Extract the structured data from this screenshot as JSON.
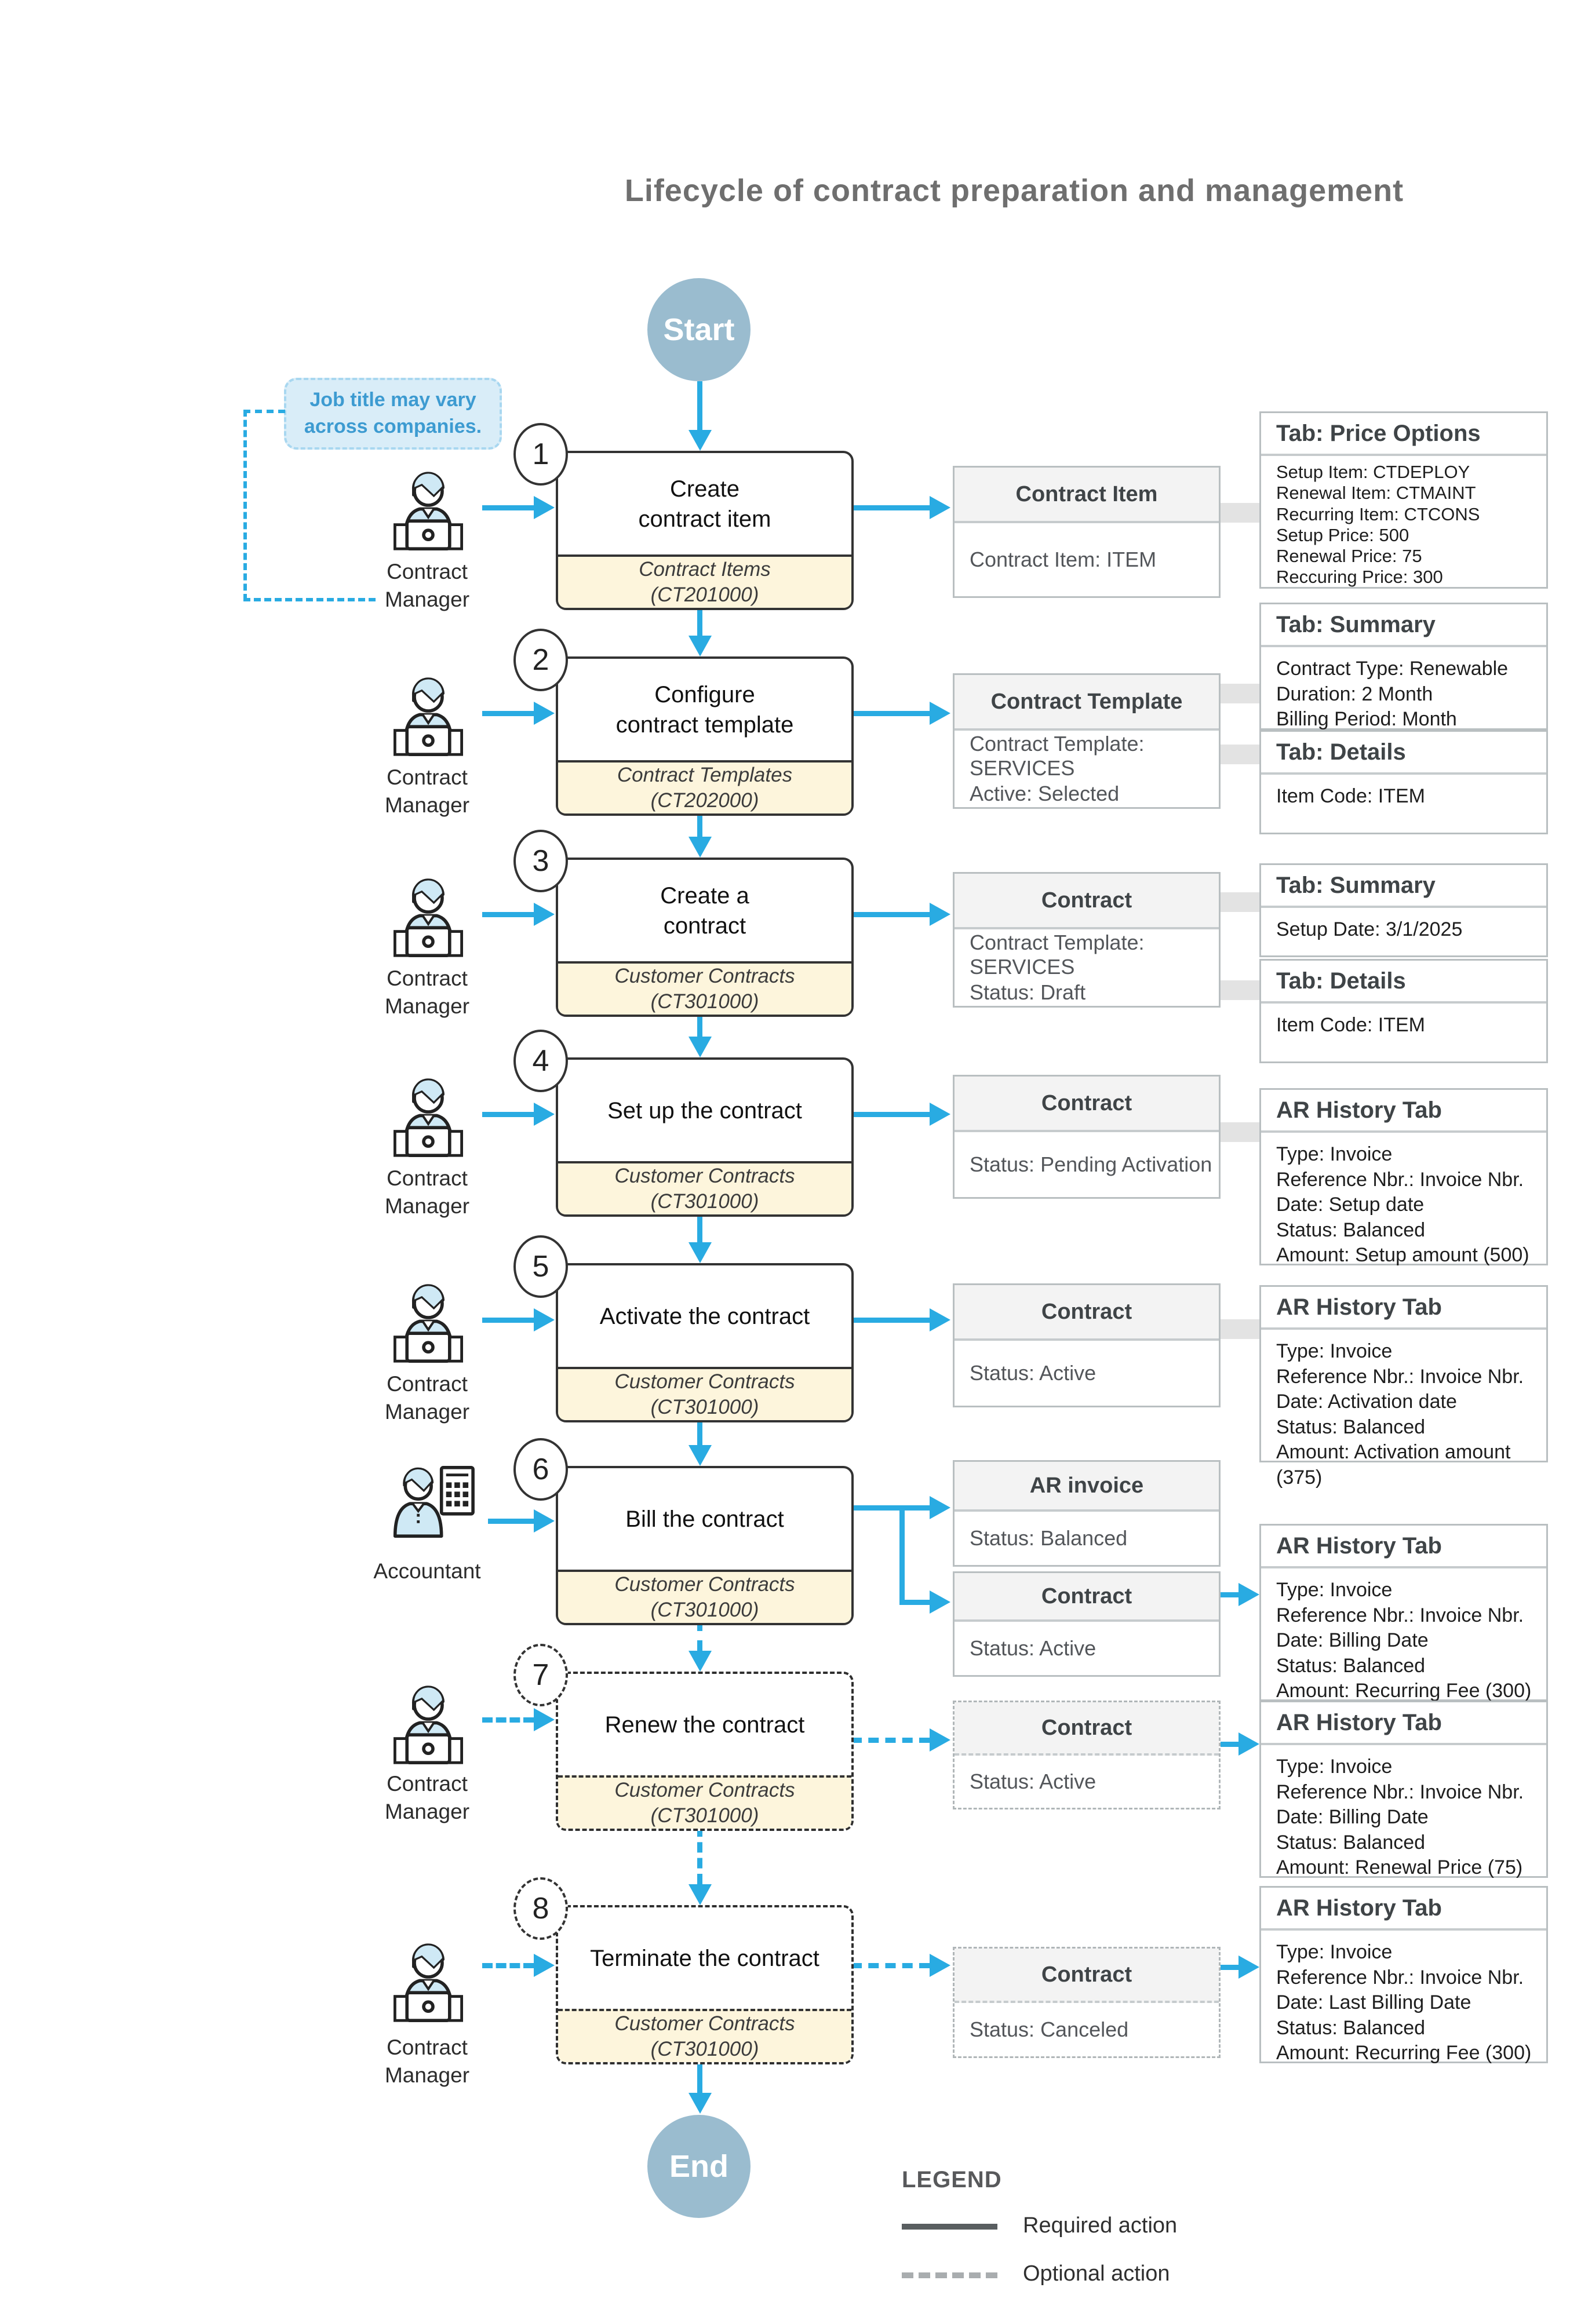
{
  "title": "Lifecycle of contract  preparation and management",
  "terminals": {
    "start": "Start",
    "end": "End"
  },
  "note": "Job title may vary\nacross companies.",
  "legend": {
    "heading": "LEGEND",
    "required": "Required action",
    "optional": "Optional action"
  },
  "colors": {
    "arrow_blue": "#29abe2",
    "terminal_fill": "#9abccf",
    "note_fill": "#d9edf8",
    "note_text": "#3d9bd1",
    "screen_fill": "#fdf5dc",
    "record_header_fill": "#f3f3f3",
    "connector_gray": "#e3e3e3"
  },
  "steps": [
    {
      "num": "1",
      "label": "Create\ncontract item",
      "screen": "Contract Items\n(CT201000)",
      "actor": "Contract\nManager"
    },
    {
      "num": "2",
      "label": "Configure\ncontract template",
      "screen": "Contract Templates\n(CT202000)",
      "actor": "Contract\nManager"
    },
    {
      "num": "3",
      "label": "Create a\ncontract",
      "screen": "Customer Contracts\n(CT301000)",
      "actor": "Contract\nManager"
    },
    {
      "num": "4",
      "label": "Set up the contract",
      "screen": "Customer Contracts\n(CT301000)",
      "actor": "Contract\nManager"
    },
    {
      "num": "5",
      "label": "Activate the contract",
      "screen": "Customer Contracts\n(CT301000)",
      "actor": "Contract\nManager"
    },
    {
      "num": "6",
      "label": "Bill the contract",
      "screen": "Customer Contracts\n(CT301000)",
      "actor": "Accountant"
    },
    {
      "num": "7",
      "label": "Renew the contract",
      "screen": "Customer Contracts\n(CT301000)",
      "actor": "Contract\nManager"
    },
    {
      "num": "8",
      "label": "Terminate the contract",
      "screen": "Customer Contracts\n(CT301000)",
      "actor": "Contract\nManager"
    }
  ],
  "records": [
    {
      "title": "Contract Item",
      "lines": [
        "Contract Item: ITEM"
      ]
    },
    {
      "title": "Contract Template",
      "lines": [
        "Contract Template: SERVICES",
        "Active: Selected"
      ]
    },
    {
      "title": "Contract",
      "lines": [
        "Contract Template: SERVICES",
        "Status: Draft"
      ]
    },
    {
      "title": "Contract",
      "lines": [
        "Status: Pending Activation"
      ]
    },
    {
      "title": "Contract",
      "lines": [
        "Status: Active"
      ]
    },
    {
      "title": "AR invoice",
      "lines": [
        "Status: Balanced"
      ]
    },
    {
      "title": "Contract",
      "lines": [
        "Status: Active"
      ]
    },
    {
      "title": "Contract",
      "lines": [
        "Status: Active"
      ]
    },
    {
      "title": "Contract",
      "lines": [
        "Status: Canceled"
      ]
    }
  ],
  "tabs": [
    {
      "title": "Tab: Price Options",
      "body": "Setup Item: CTDEPLOY\nRenewal Item: CTMAINT\nRecurring Item: CTCONS\nSetup Price: 500\nRenewal Price: 75\nReccuring Price: 300"
    },
    {
      "title": "Tab: Summary",
      "body": "Contract Type: Renewable\nDuration: 2 Month\nBilling Period: Month"
    },
    {
      "title": "Tab: Details",
      "body": "Item Code: ITEM"
    },
    {
      "title": "Tab: Summary",
      "body": "Setup Date: 3/1/2025"
    },
    {
      "title": "Tab: Details",
      "body": "Item Code: ITEM"
    },
    {
      "title": "AR History Tab",
      "body": "Type: Invoice\nReference Nbr.: Invoice Nbr.\nDate: Setup date\nStatus: Balanced\nAmount: Setup amount (500)"
    },
    {
      "title": "AR History Tab",
      "body": "Type: Invoice\nReference Nbr.: Invoice Nbr.\nDate: Activation date\nStatus: Balanced\nAmount: Activation amount (375)"
    },
    {
      "title": "AR History Tab",
      "body": "Type: Invoice\nReference Nbr.: Invoice Nbr.\nDate: Billing Date\nStatus: Balanced\nAmount: Recurring Fee (300)"
    },
    {
      "title": "AR History Tab",
      "body": "Type: Invoice\nReference Nbr.: Invoice Nbr.\nDate: Billing Date\nStatus: Balanced\nAmount: Renewal Price (75)"
    },
    {
      "title": "AR History Tab",
      "body": "Type: Invoice\nReference Nbr.: Invoice Nbr.\nDate: Last Billing Date\nStatus: Balanced\nAmount: Recurring Fee (300)"
    }
  ]
}
